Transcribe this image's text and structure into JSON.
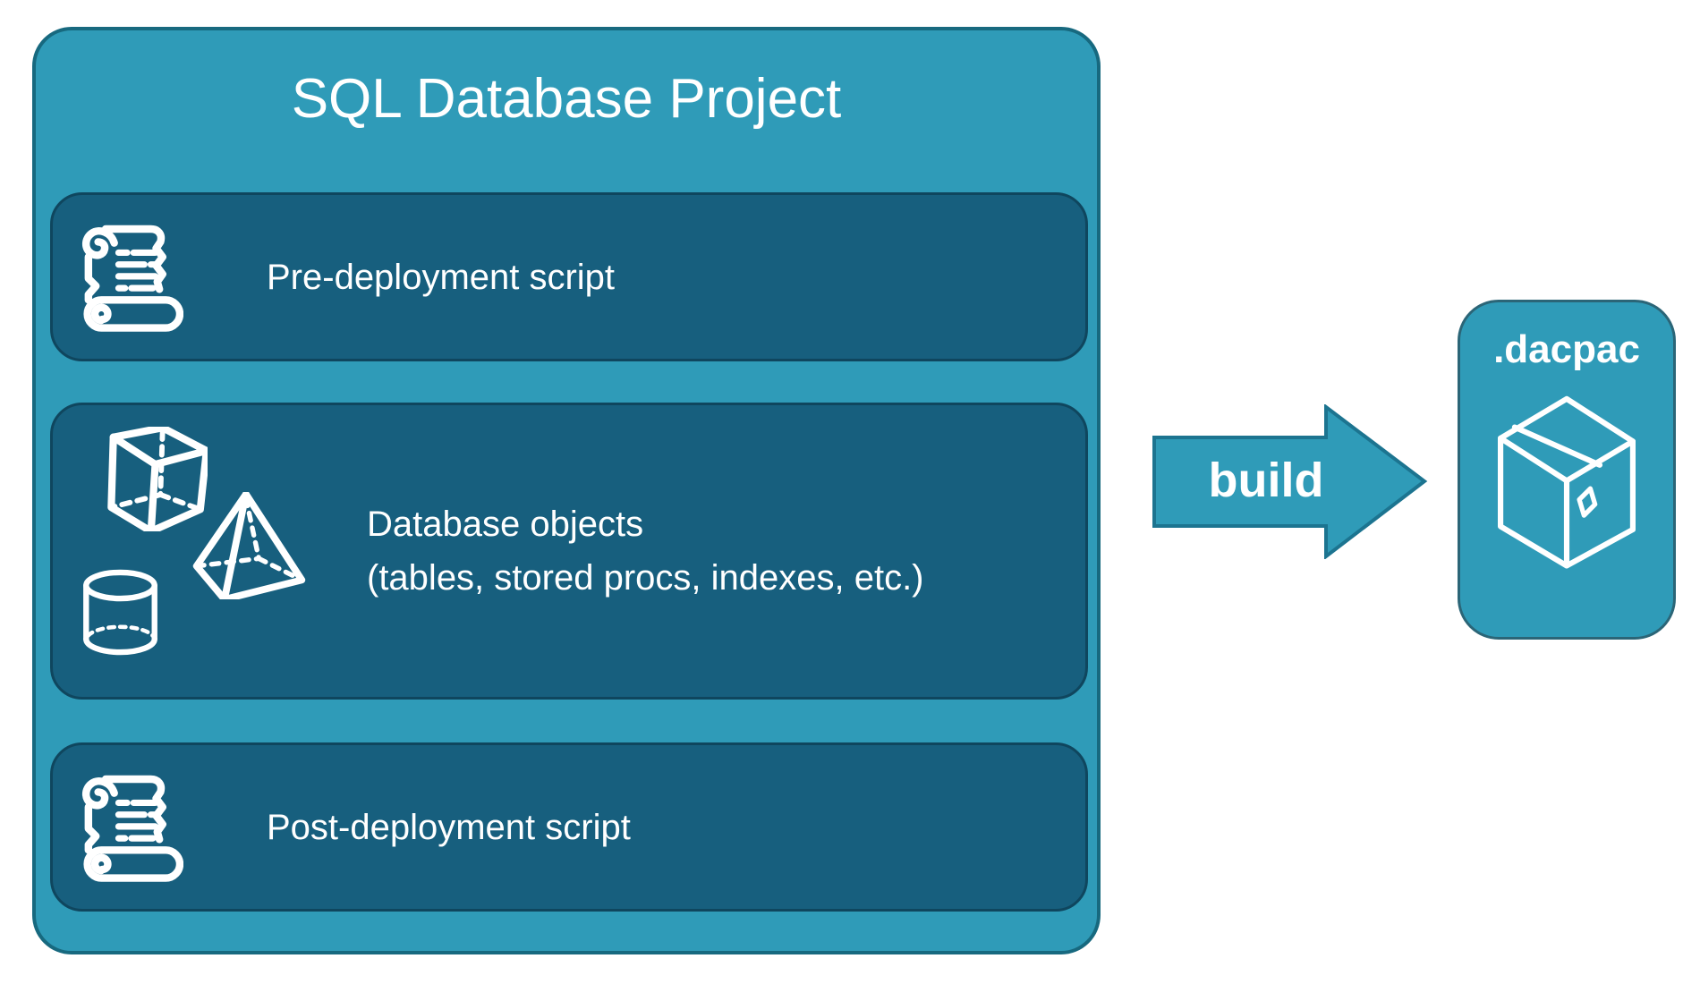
{
  "colors": {
    "background": "#ffffff",
    "container_fill": "#2F9BB8",
    "container_border": "#17697F",
    "item_fill": "#175F7E",
    "item_border": "#0F465E",
    "arrow_fill": "#2F9BB8",
    "arrow_border": "#1C7490",
    "dacpac_fill": "#2F9BB8",
    "dacpac_border": "#2B6577",
    "text": "#ffffff"
  },
  "project": {
    "title": "SQL Database Project",
    "items": [
      {
        "id": "pre-deployment",
        "icon": "scroll-icon",
        "label": "Pre-deployment script"
      },
      {
        "id": "database-objects",
        "icon": "shapes-icons",
        "label": "Database objects",
        "sublabel": "(tables, stored procs, indexes, etc.)"
      },
      {
        "id": "post-deployment",
        "icon": "scroll-icon",
        "label": "Post-deployment script"
      }
    ]
  },
  "arrow": {
    "label": "build"
  },
  "output": {
    "label": ".dacpac",
    "icon": "package-icon"
  }
}
